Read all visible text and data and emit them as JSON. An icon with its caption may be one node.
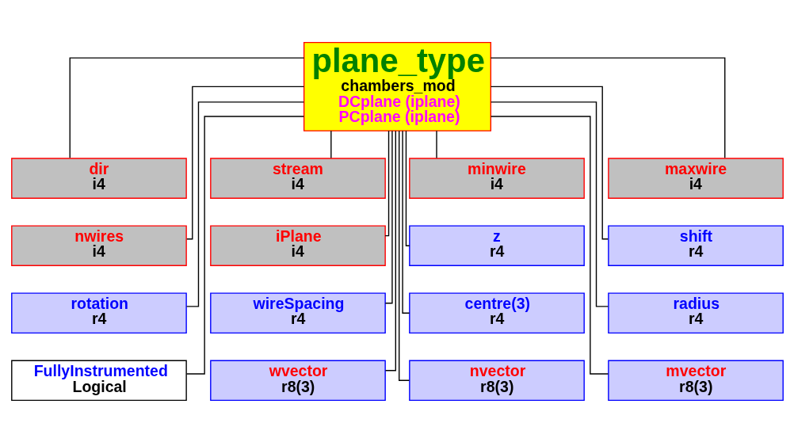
{
  "diagram": {
    "nodes": [
      {
        "text": [
          "plane_type",
          "chambers_mod",
          "DCplane (iplane)",
          "PCplane (iplane)"
        ]
      },
      {
        "text": [
          "dir",
          "i4"
        ]
      },
      {
        "text": [
          "stream",
          "i4"
        ]
      },
      {
        "text": [
          "minwire",
          "i4"
        ]
      },
      {
        "text": [
          "maxwire",
          "i4"
        ]
      },
      {
        "text": [
          "nwires",
          "i4"
        ]
      },
      {
        "text": [
          "iPlane",
          "i4"
        ]
      },
      {
        "text": [
          "z",
          "r4"
        ]
      },
      {
        "text": [
          "shift",
          "r4"
        ]
      },
      {
        "text": [
          "rotation",
          "r4"
        ]
      },
      {
        "text": [
          "wireSpacing",
          "r4"
        ]
      },
      {
        "text": [
          "centre(3)",
          "r4"
        ]
      },
      {
        "text": [
          "radius",
          "r4"
        ]
      },
      {
        "text": [
          "FullyInstrumented",
          "Logical"
        ]
      },
      {
        "text": [
          "wvector",
          "r8(3)"
        ]
      },
      {
        "text": [
          "nvector",
          "r8(3)"
        ]
      },
      {
        "text": [
          "mvector",
          "r8(3)"
        ]
      }
    ],
    "edges": [
      {
        "from": 0,
        "to": 1,
        "arrow": "none"
      },
      {
        "from": 0,
        "to": 2,
        "arrow": "none"
      },
      {
        "from": 0,
        "to": 3,
        "arrow": "none"
      },
      {
        "from": 0,
        "to": 4,
        "arrow": "none"
      },
      {
        "from": 0,
        "to": 5,
        "arrow": "none"
      },
      {
        "from": 0,
        "to": 6,
        "arrow": "none"
      },
      {
        "from": 0,
        "to": 7,
        "arrow": "none"
      },
      {
        "from": 0,
        "to": 8,
        "arrow": "none"
      },
      {
        "from": 0,
        "to": 9,
        "arrow": "none"
      },
      {
        "from": 0,
        "to": 10,
        "arrow": "none"
      },
      {
        "from": 0,
        "to": 11,
        "arrow": "none"
      },
      {
        "from": 0,
        "to": 12,
        "arrow": "none"
      },
      {
        "from": 0,
        "to": 13,
        "arrow": "none"
      },
      {
        "from": 0,
        "to": 14,
        "arrow": "none"
      },
      {
        "from": 0,
        "to": 15,
        "arrow": "none"
      },
      {
        "from": 0,
        "to": 16,
        "arrow": "none"
      }
    ]
  }
}
